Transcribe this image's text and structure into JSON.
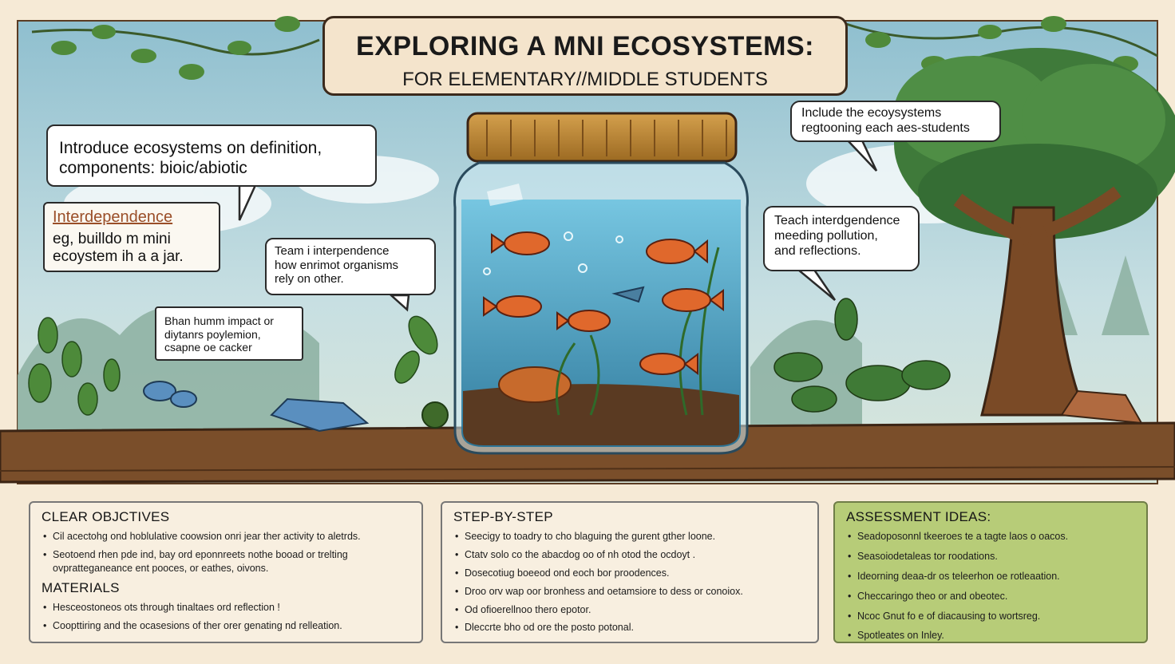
{
  "header": {
    "title": "EXPLORING A MNI ECOSYSTEMS:",
    "subtitle": "FOR ELEMENTARY//MIDDLE STUDENTS"
  },
  "callouts": {
    "intro": "Introduce ecosystems    on definition,\ncomponents: bioic/abiotic",
    "interdependence_heading": "Interdependence",
    "interdependence_body": "eg, builldo m mini\necoystem ih a a jar.",
    "teach_interdependence": "Team i interpendence\nhow enrimot organisms\nrely on other.",
    "human_impact": "Bhan humm impact or\ndiytanrs poylemion,\ncsapne oe cacker",
    "include": "Include the ecoysystems\nregtooning each aes-students",
    "teach_pollution": "Teach interdgendence\nmeeding pollution,\nand reflections."
  },
  "panels": {
    "objectives": {
      "title": "CLEAR OBJCTIVES",
      "items": [
        "Cil acectohg ond hoblulative coowsion onri jear ther activity to aletrds.",
        "Seotoend rhen pde ind, bay ord eponnreets nothe booad or trelting ovpratteganeance ent pooces, or eathes, oivons."
      ]
    },
    "materials": {
      "title": "MATERIALS",
      "items": [
        "Hesceostoneos ots through tinaltaes ord reflection !",
        "Coopttiring and the ocasesions of ther orer genating nd relleation."
      ]
    },
    "steps": {
      "title": "STEP-BY-STEP",
      "items": [
        "Seecigy to toadry to cho blaguing the gurent gther loone.",
        "Ctatv solo co the abacdog oo of nh otod the ocdoyt .",
        "Dosecotiug boeeod ond eoch bor proodences.",
        "Droo orv wap oor bronhess and oetamsiore to dess or conoiox.",
        "Od ofioerellnoo thero epotor.",
        "Dleccrte bho od ore the posto potonal."
      ]
    },
    "assessment": {
      "title": "ASSESSMENT IDEAS:",
      "items": [
        "Seadoposonnl tkeeroes te a tagte laos o oacos.",
        "Seasoiodetaleas tor roodations.",
        "Ideorning deaa-dr os teleerhon oe rotleaation.",
        "Checcaringo theo or and obeotec.",
        "Ncoc Gnut fo e of diacausing to wortsreg.",
        "Spotleates on Inley."
      ]
    }
  },
  "colors": {
    "sky": "#9ec9d4",
    "wood": "#7a4e2a",
    "water": "#3a9fc4",
    "assessment_panel": "#b7cc78",
    "accent_text": "#9a4e28"
  }
}
